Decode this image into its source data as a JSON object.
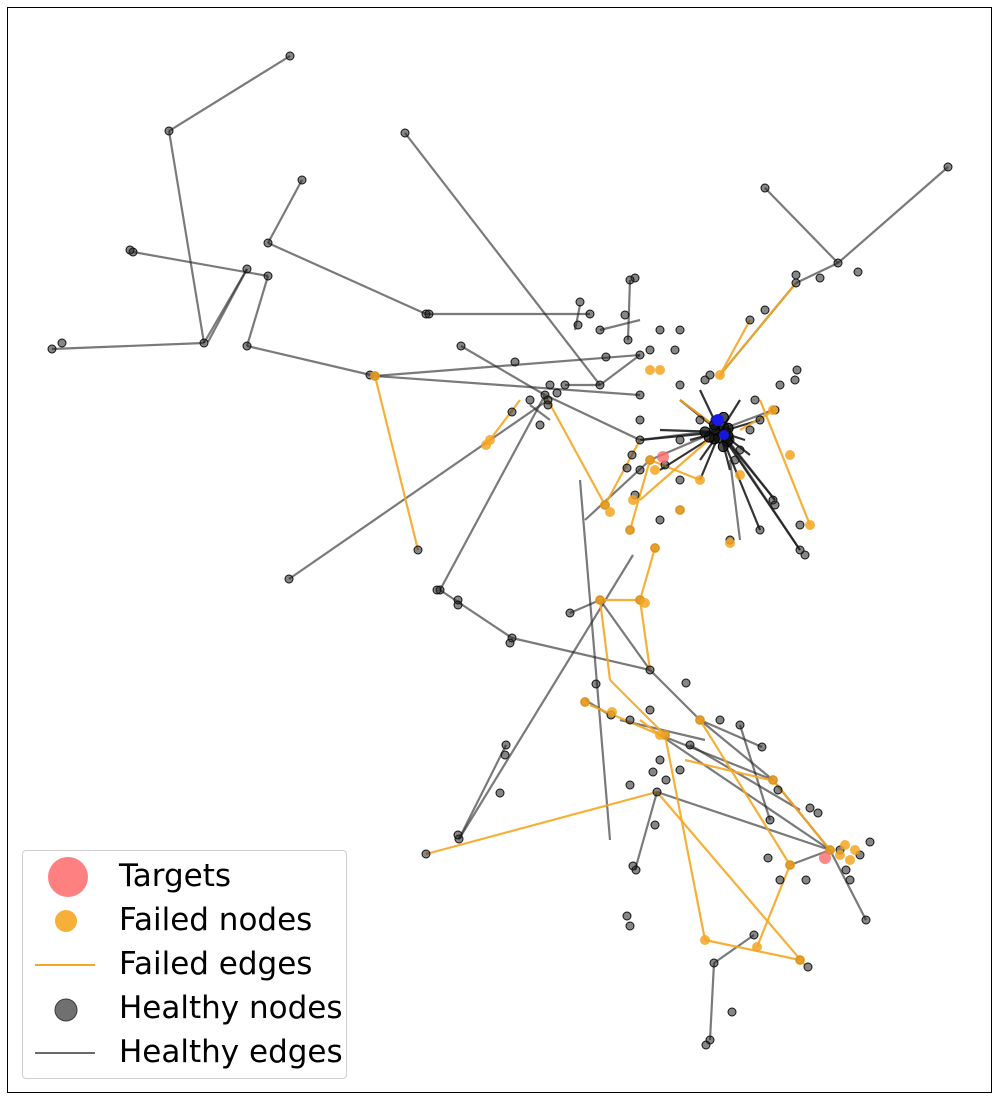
{
  "legend": {
    "targets": {
      "label": "Targets",
      "color": "#ff6a6a"
    },
    "failed_nodes": {
      "label": "Failed nodes",
      "color": "#f5a623"
    },
    "failed_edges": {
      "label": "Failed edges",
      "color": "#f5a623"
    },
    "healthy_nodes": {
      "label": "Healthy nodes",
      "color": "#555555"
    },
    "healthy_edges": {
      "label": "Healthy edges",
      "color": "#555555"
    }
  },
  "colors": {
    "healthy": "#3a3a3a",
    "failed": "#f5a623",
    "target": "#ff6a6a",
    "hub": "#1a1aff"
  }
}
